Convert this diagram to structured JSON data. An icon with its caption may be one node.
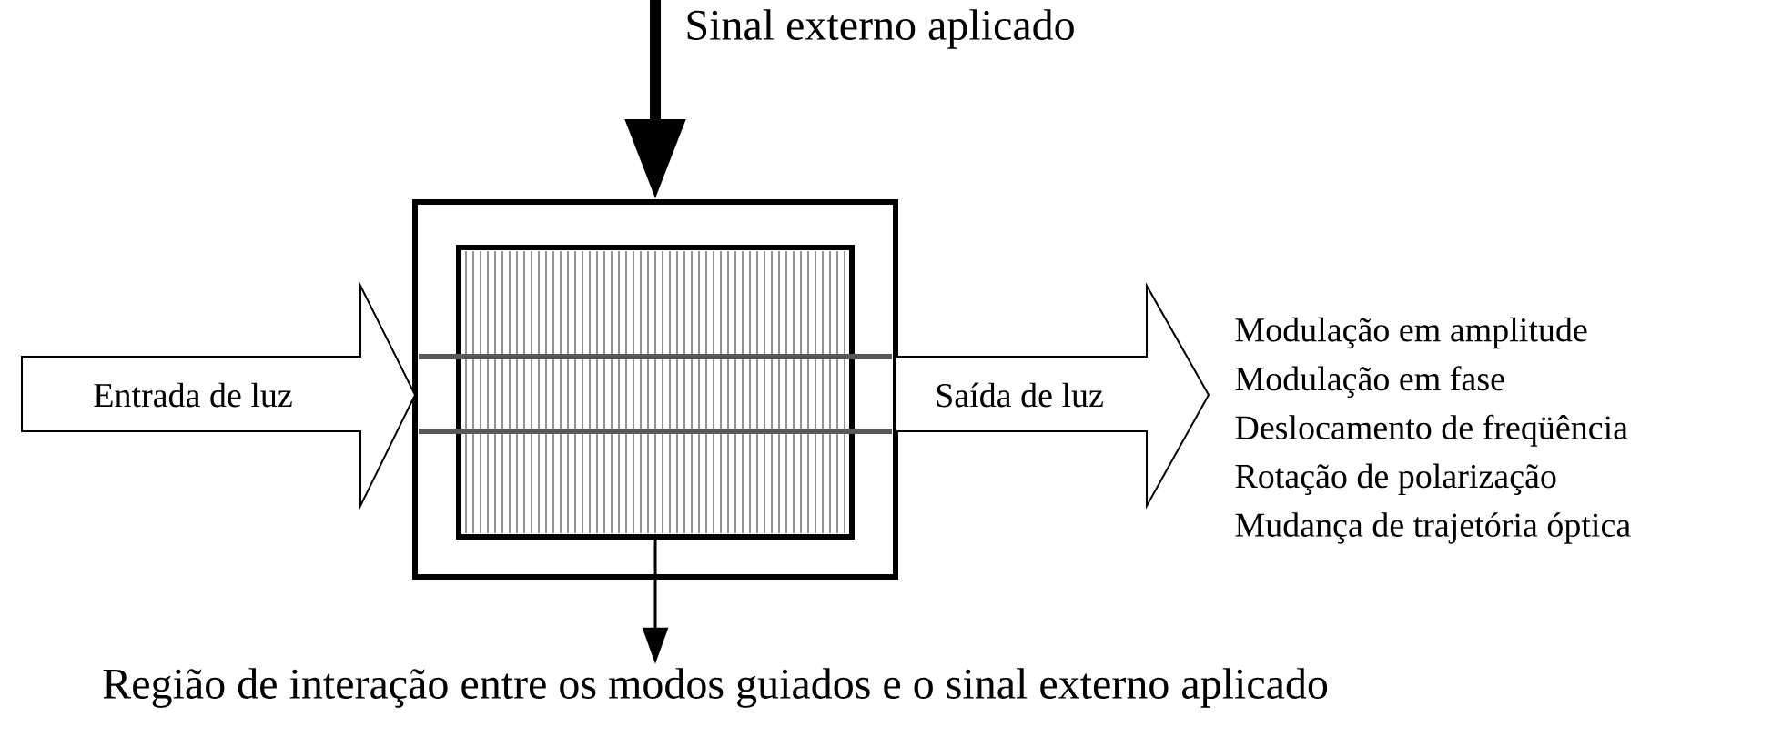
{
  "diagram": {
    "nodes": [
      {
        "text": [],
        "shape": "box"
      },
      {
        "text": [],
        "shape": "box",
        "in": 0
      },
      {
        "text": [
          "Entrada de luz"
        ]
      },
      {
        "text": [
          "Saída de luz"
        ],
        "beside": [
          "Modulação em amplitude",
          "Modulação em fase",
          "Deslocamento de freqüência",
          "Rotação de polarização",
          "Mudança de trajetória óptica"
        ]
      },
      {
        "text": [
          "Região de interação entre os modos guiados e o sinal externo aplicado"
        ]
      }
    ],
    "edges": [
      {
        "from": null,
        "to": 0,
        "arrow": "to",
        "style": "thick",
        "label": "Sinal externo aplicado"
      },
      {
        "from": 1,
        "to": 4,
        "arrow": "to"
      }
    ]
  }
}
